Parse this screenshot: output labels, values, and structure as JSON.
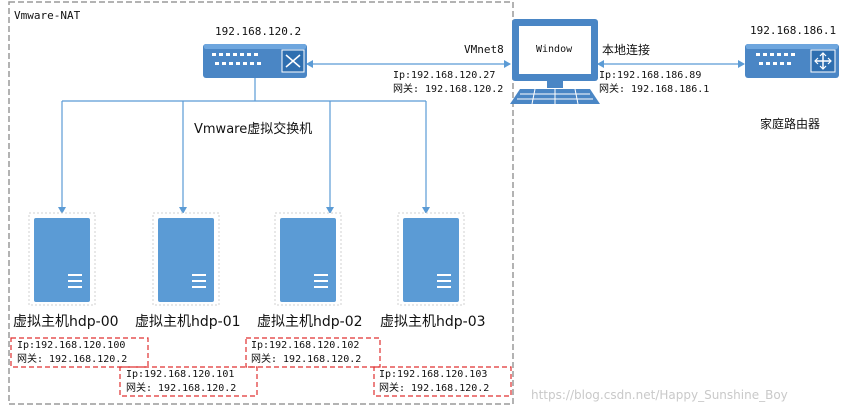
{
  "nat_box_label": "Vmware-NAT",
  "switch": {
    "ip": "192.168.120.2",
    "label": "Vmware虚拟交换机"
  },
  "windows_host": {
    "screen_label": "Window",
    "vmnet_label": "VMnet8",
    "vmnet_ip": "Ip:192.168.120.27",
    "vmnet_gateway": "网关: 192.168.120.2",
    "local_label": "本地连接",
    "local_ip": "Ip:192.168.186.89",
    "local_gateway": "网关: 192.168.186.1"
  },
  "router": {
    "ip": "192.168.186.1",
    "label": "家庭路由器"
  },
  "vms": [
    {
      "name": "虚拟主机hdp-00",
      "ip": "Ip:192.168.120.100",
      "gateway": "网关: 192.168.120.2"
    },
    {
      "name": "虚拟主机hdp-01",
      "ip": "Ip:192.168.120.101",
      "gateway": "网关: 192.168.120.2"
    },
    {
      "name": "虚拟主机hdp-02",
      "ip": "Ip:192.168.120.102",
      "gateway": "网关: 192.168.120.2"
    },
    {
      "name": "虚拟主机hdp-03",
      "ip": "Ip:192.168.120.103",
      "gateway": "网关: 192.168.120.2"
    }
  ],
  "watermark": "https://blog.csdn.net/Happy_Sunshine_Boy",
  "colors": {
    "line": "#5b9bd5",
    "device": "#5b9bd5",
    "dashed_box": "#e03030",
    "nat_border": "#9a9a9a"
  }
}
